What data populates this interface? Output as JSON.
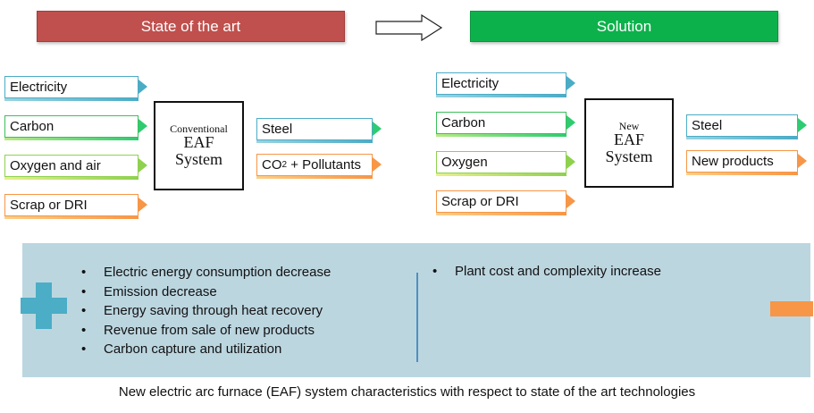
{
  "headers": {
    "left": "State of the art",
    "right": "Solution"
  },
  "left_system": {
    "inputs": [
      "Electricity",
      "Carbon",
      "Oxygen and air",
      "Scrap or DRI"
    ],
    "label_small": "Conventional",
    "label_line1": "EAF",
    "label_line2": "System",
    "outputs": {
      "steel": "Steel",
      "co2_prefix": "CO",
      "co2_sub": "2",
      "co2_suffix": " + Pollutants"
    }
  },
  "right_system": {
    "inputs": [
      "Electricity",
      "Carbon",
      "Oxygen",
      "Scrap or DRI"
    ],
    "label_small": "New",
    "label_line1": "EAF",
    "label_line2": "System",
    "outputs": [
      "Steel",
      "New products"
    ]
  },
  "pros": [
    "Electric energy consumption decrease",
    "Emission decrease",
    "Energy saving through heat recovery",
    "Revenue from sale of new products",
    "Carbon capture and utilization"
  ],
  "cons": [
    "Plant cost and complexity increase"
  ],
  "caption": "New electric arc furnace (EAF) system characteristics with respect to state of the art technologies",
  "icons": {
    "plus": "plus-icon",
    "minus": "minus-icon",
    "transition_arrow": "right-arrow-icon"
  },
  "colors": {
    "state_of_art": "#c0504d",
    "solution": "#0db14b",
    "plus": "#4badc6",
    "minus": "#f79646",
    "panel": "#bcd6e0"
  }
}
